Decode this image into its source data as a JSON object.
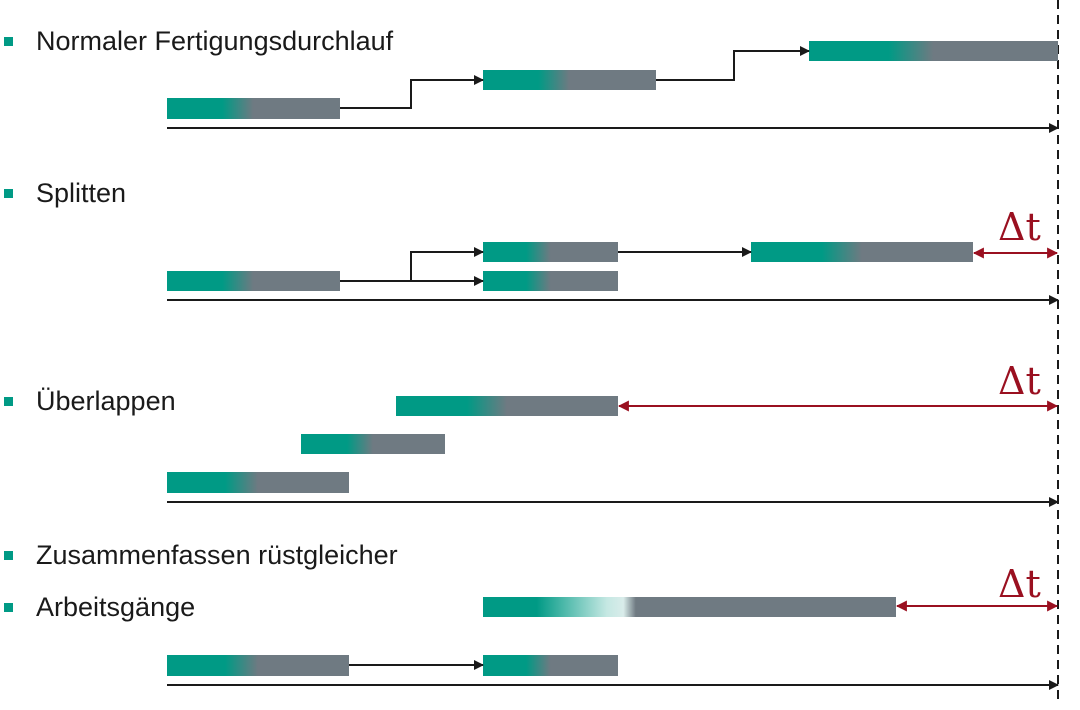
{
  "sections": [
    {
      "label": "Normaler Fertigungsdurchlauf"
    },
    {
      "label": "Splitten"
    },
    {
      "label": "Überlappen"
    },
    {
      "label": "Zusammenfassen rüstgleicher"
    },
    {
      "label": "Arbeitsgänge"
    }
  ],
  "delta_label": "Δt",
  "colors": {
    "teal": "#009a85",
    "gray": "#6f7a82",
    "line": "#1a1a1a",
    "delta": "#9a1020",
    "bullet": "#009a85"
  }
}
